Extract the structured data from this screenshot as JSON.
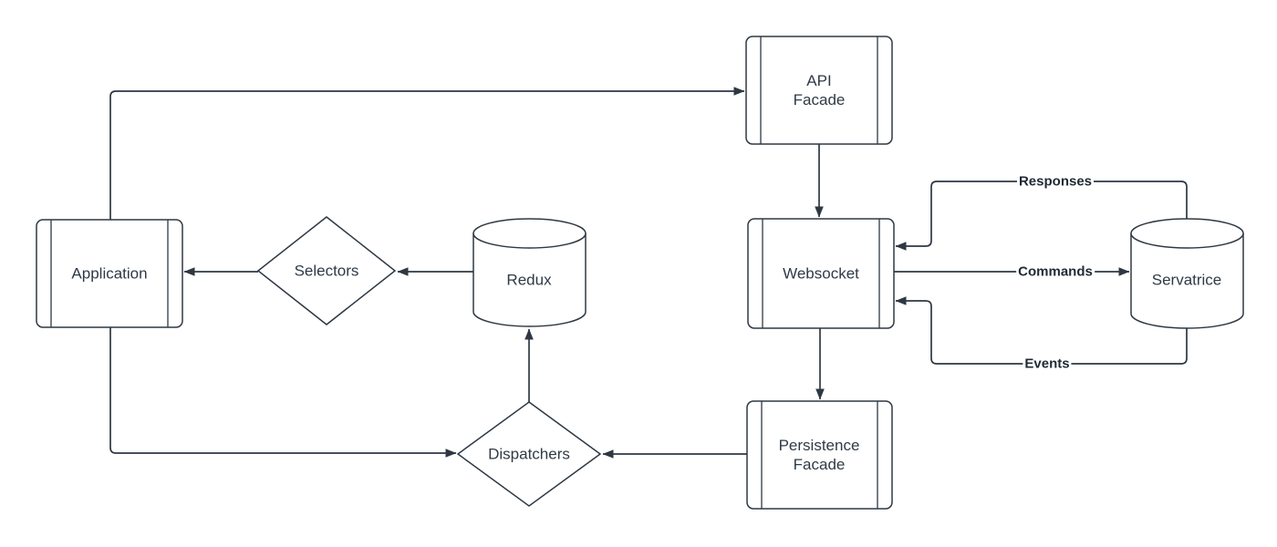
{
  "diagram": {
    "background_color": "#ffffff",
    "stroke_color": "#2e3843",
    "node_label_color": "#2f3a46",
    "edge_label_color": "#1f2a36",
    "nodes": {
      "application": {
        "label": "Application",
        "shape": "process"
      },
      "selectors": {
        "label": "Selectors",
        "shape": "decision-diamond"
      },
      "redux": {
        "label": "Redux",
        "shape": "database-cylinder"
      },
      "api_facade": {
        "label": "API\nFacade",
        "shape": "process"
      },
      "websocket": {
        "label": "Websocket",
        "shape": "process"
      },
      "persistence_facade": {
        "label": "Persistence\nFacade",
        "shape": "process"
      },
      "dispatchers": {
        "label": "Dispatchers",
        "shape": "decision-diamond"
      },
      "servatrice": {
        "label": "Servatrice",
        "shape": "database-cylinder"
      }
    },
    "connections": [
      {
        "from": "application",
        "to": "api_facade",
        "label": ""
      },
      {
        "from": "api_facade",
        "to": "websocket",
        "label": ""
      },
      {
        "from": "websocket",
        "to": "persistence_facade",
        "label": ""
      },
      {
        "from": "persistence_facade",
        "to": "dispatchers",
        "label": ""
      },
      {
        "from": "dispatchers",
        "to": "redux",
        "label": ""
      },
      {
        "from": "redux",
        "to": "selectors",
        "label": ""
      },
      {
        "from": "selectors",
        "to": "application",
        "label": ""
      },
      {
        "from": "application",
        "to": "dispatchers",
        "label": ""
      },
      {
        "from": "websocket",
        "to": "servatrice",
        "label": "Commands"
      },
      {
        "from": "servatrice",
        "to": "websocket",
        "label": "Responses"
      },
      {
        "from": "servatrice",
        "to": "websocket",
        "label": "Events"
      }
    ]
  }
}
